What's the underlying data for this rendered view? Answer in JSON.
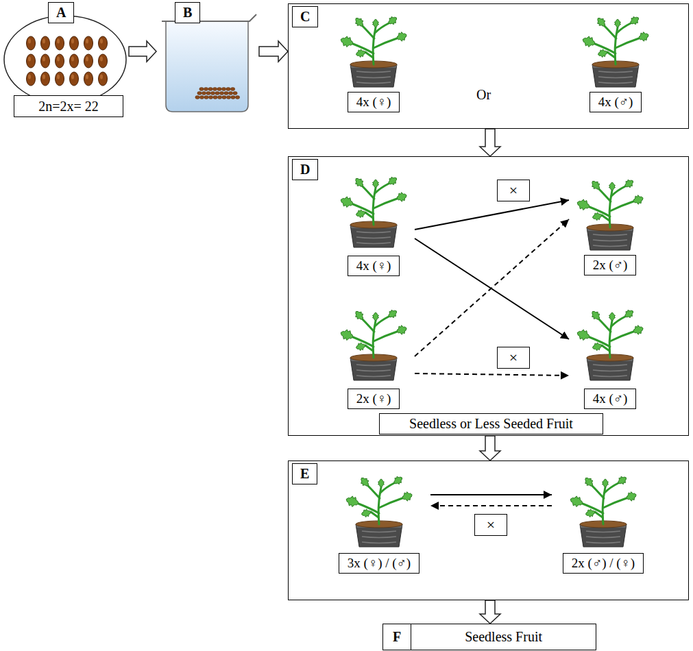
{
  "diagram": {
    "nodes": [
      {
        "text": [
          "A"
        ]
      },
      {
        "text": [
          "2n=2x= 22"
        ],
        "in": 0
      },
      {
        "text": [
          "B"
        ]
      },
      {
        "text": [
          "C"
        ]
      },
      {
        "text": [
          "4x (♀)"
        ],
        "in": 3
      },
      {
        "text": [
          "4x (♂)"
        ],
        "in": 3
      },
      {
        "text": [
          "D"
        ]
      },
      {
        "text": [
          "4x (♀)"
        ],
        "in": 6
      },
      {
        "text": [
          "×"
        ],
        "in": 6
      },
      {
        "text": [
          "2x (♂)"
        ],
        "in": 6
      },
      {
        "text": [
          "×"
        ],
        "in": 6
      },
      {
        "text": [
          "2x (♀)"
        ],
        "in": 6
      },
      {
        "text": [
          "4x (♂)"
        ],
        "in": 6
      },
      {
        "text": [
          "Seedless or Less Seeded Fruit"
        ],
        "in": 6
      },
      {
        "text": [
          "E"
        ]
      },
      {
        "text": [
          "3x (♀) / (♂)"
        ],
        "in": 14
      },
      {
        "text": [
          "×"
        ],
        "in": 14
      },
      {
        "text": [
          "2x (♂) / (♀)"
        ],
        "in": 14
      },
      {
        "text": [
          "F",
          "Seedless Fruit"
        ]
      }
    ],
    "edges": [
      {
        "from": 0,
        "to": 2,
        "arrow": "to"
      },
      {
        "from": 2,
        "to": 3,
        "arrow": "to"
      },
      {
        "from": 3,
        "to": 6,
        "arrow": "to"
      },
      {
        "from": 6,
        "to": 14,
        "arrow": "to"
      },
      {
        "from": 14,
        "to": 18,
        "arrow": "to"
      },
      {
        "from": 7,
        "to": 9,
        "arrow": "to"
      },
      {
        "from": 7,
        "to": 12,
        "arrow": "to"
      },
      {
        "from": 11,
        "to": 9,
        "arrow": "to"
      },
      {
        "from": 11,
        "to": 12,
        "arrow": "to"
      },
      {
        "from": 15,
        "to": 17,
        "arrow": "to"
      },
      {
        "from": 17,
        "to": 15,
        "arrow": "to"
      }
    ],
    "labels": [
      "Or"
    ]
  }
}
